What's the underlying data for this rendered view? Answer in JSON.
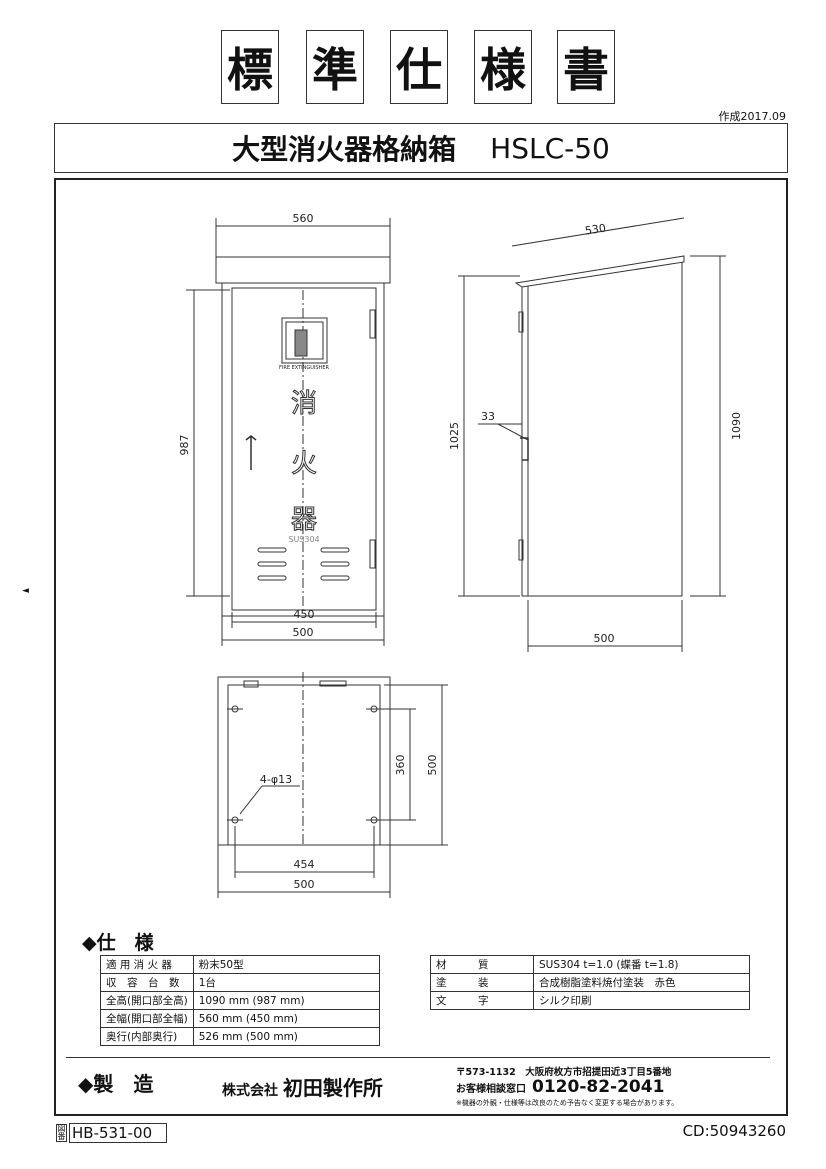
{
  "header": {
    "chars": [
      "標",
      "準",
      "仕",
      "様",
      "書"
    ],
    "created": "作成2017.09",
    "title": "大型消火器格納箱",
    "model": "HSLC-50"
  },
  "drawing": {
    "front": {
      "width_top": "560",
      "height": "987",
      "inner_width": "450",
      "outer_width": "500",
      "sign": "FIRE EXTINGUISHER",
      "v1": "消",
      "v2": "火",
      "v3": "器",
      "material_mark": "SUS304"
    },
    "side": {
      "depth_top": "530",
      "height_front": "1025",
      "height_total": "1090",
      "offset": "33",
      "depth_bottom": "500"
    },
    "bottom": {
      "holes": "4-φ13",
      "depth": "360",
      "depth_total": "500",
      "hole_span": "454",
      "width": "500"
    }
  },
  "spec": {
    "heading": "◆仕　様",
    "left": [
      {
        "k": "適 用 消 火 器",
        "v": "粉末50型"
      },
      {
        "k": "収　容　台　数",
        "v": "1台"
      },
      {
        "k": "全高(開口部全高)",
        "v": "1090 mm (987 mm)"
      },
      {
        "k": "全幅(開口部全幅)",
        "v": "560 mm (450 mm)"
      },
      {
        "k": "奥行(内部奥行)",
        "v": "526 mm (500 mm)"
      }
    ],
    "right": [
      {
        "k": "材　　　質",
        "v": "SUS304 t=1.0 (蝶番 t=1.8)"
      },
      {
        "k": "塗　　　装",
        "v": "合成樹脂塗料焼付塗装　赤色"
      },
      {
        "k": "文　　　字",
        "v": "シルク印刷"
      }
    ]
  },
  "maker": {
    "heading": "◆製　造",
    "company_prefix": "株式会社",
    "company": "初田製作所",
    "address": "〒573-1132　大阪府枚方市招提田近3丁目5番地",
    "contact_label": "お客様相談窓口",
    "phone": "0120-82-2041",
    "note": "※機器の外観・仕様等は改良のため予告なく変更する場合があります。"
  },
  "footer": {
    "doc_label": "図番",
    "doc_no": "HB-531-00",
    "cd": "CD:50943260"
  },
  "marker": "◄"
}
